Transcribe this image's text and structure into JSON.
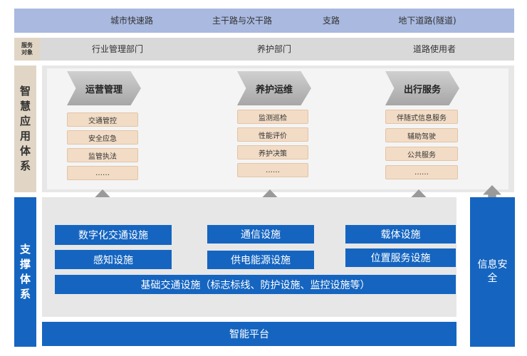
{
  "roads": [
    "城市快速路",
    "主干路与次干路",
    "支路",
    "地下道路(隧道)"
  ],
  "service": {
    "label_line1": "服务",
    "label_line2": "对象",
    "items": [
      "行业管理部门",
      "养护部门",
      "道路使用者"
    ]
  },
  "smart": {
    "label_chars": [
      "智",
      "慧",
      "应",
      "用",
      "体",
      "系"
    ],
    "columns": [
      {
        "title": "运营管理",
        "items": [
          "交通管控",
          "安全应急",
          "监管执法",
          "……"
        ]
      },
      {
        "title": "养护运维",
        "items": [
          "监测巡检",
          "性能评价",
          "养护决策",
          "……"
        ]
      },
      {
        "title": "出行服务",
        "items": [
          "伴随式信息服务",
          "辅助驾驶",
          "公共服务",
          "……"
        ]
      }
    ]
  },
  "support": {
    "label_chars": [
      "支",
      "撑",
      "体",
      "系"
    ],
    "boxes": {
      "digital": "数字化交通设施",
      "comm": "通信设施",
      "carrier": "载体设施",
      "sensing": "感知设施",
      "power": "供电能源设施",
      "location": "位置服务设施",
      "base": "基础交通设施（标志标线、防护设施、监控设施等）"
    }
  },
  "platform": "智能平台",
  "security": "信息安全"
}
